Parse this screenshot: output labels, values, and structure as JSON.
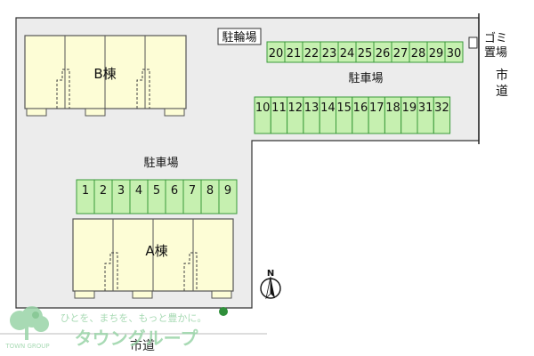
{
  "colors": {
    "lot": "#ececec",
    "lot_stroke": "#333333",
    "building": "#fdfdd6",
    "building_stroke": "#555555",
    "space": "#c6f0b0",
    "space_stroke": "#3a9a3a",
    "tree": "#2f8f3a",
    "logo": "#9ad4a8",
    "road_line": "#222222"
  },
  "buildings": {
    "b": {
      "label": "B棟"
    },
    "a": {
      "label": "A棟"
    }
  },
  "labels": {
    "bicycle_parking": "駐輪場",
    "parking_top": "駐車場",
    "parking_left": "駐車場",
    "garbage": [
      "ゴミ",
      "置場"
    ],
    "city_road_right": [
      "市",
      "道"
    ],
    "city_road_bottom": "市道",
    "north": "N"
  },
  "spaces": {
    "row_top": [
      "20",
      "21",
      "22",
      "23",
      "24",
      "25",
      "26",
      "27",
      "28",
      "29",
      "30"
    ],
    "row_middle": [
      "10",
      "11",
      "12",
      "13",
      "14",
      "15",
      "16",
      "17",
      "18",
      "19",
      "31",
      "32"
    ],
    "row_left": [
      "1",
      "2",
      "3",
      "4",
      "5",
      "6",
      "7",
      "8",
      "9"
    ]
  },
  "watermark": {
    "tagline": "ひとを、まちを、もっと豊かに。",
    "brand": "タウングループ",
    "brand_small": "TOWN GROUP"
  }
}
